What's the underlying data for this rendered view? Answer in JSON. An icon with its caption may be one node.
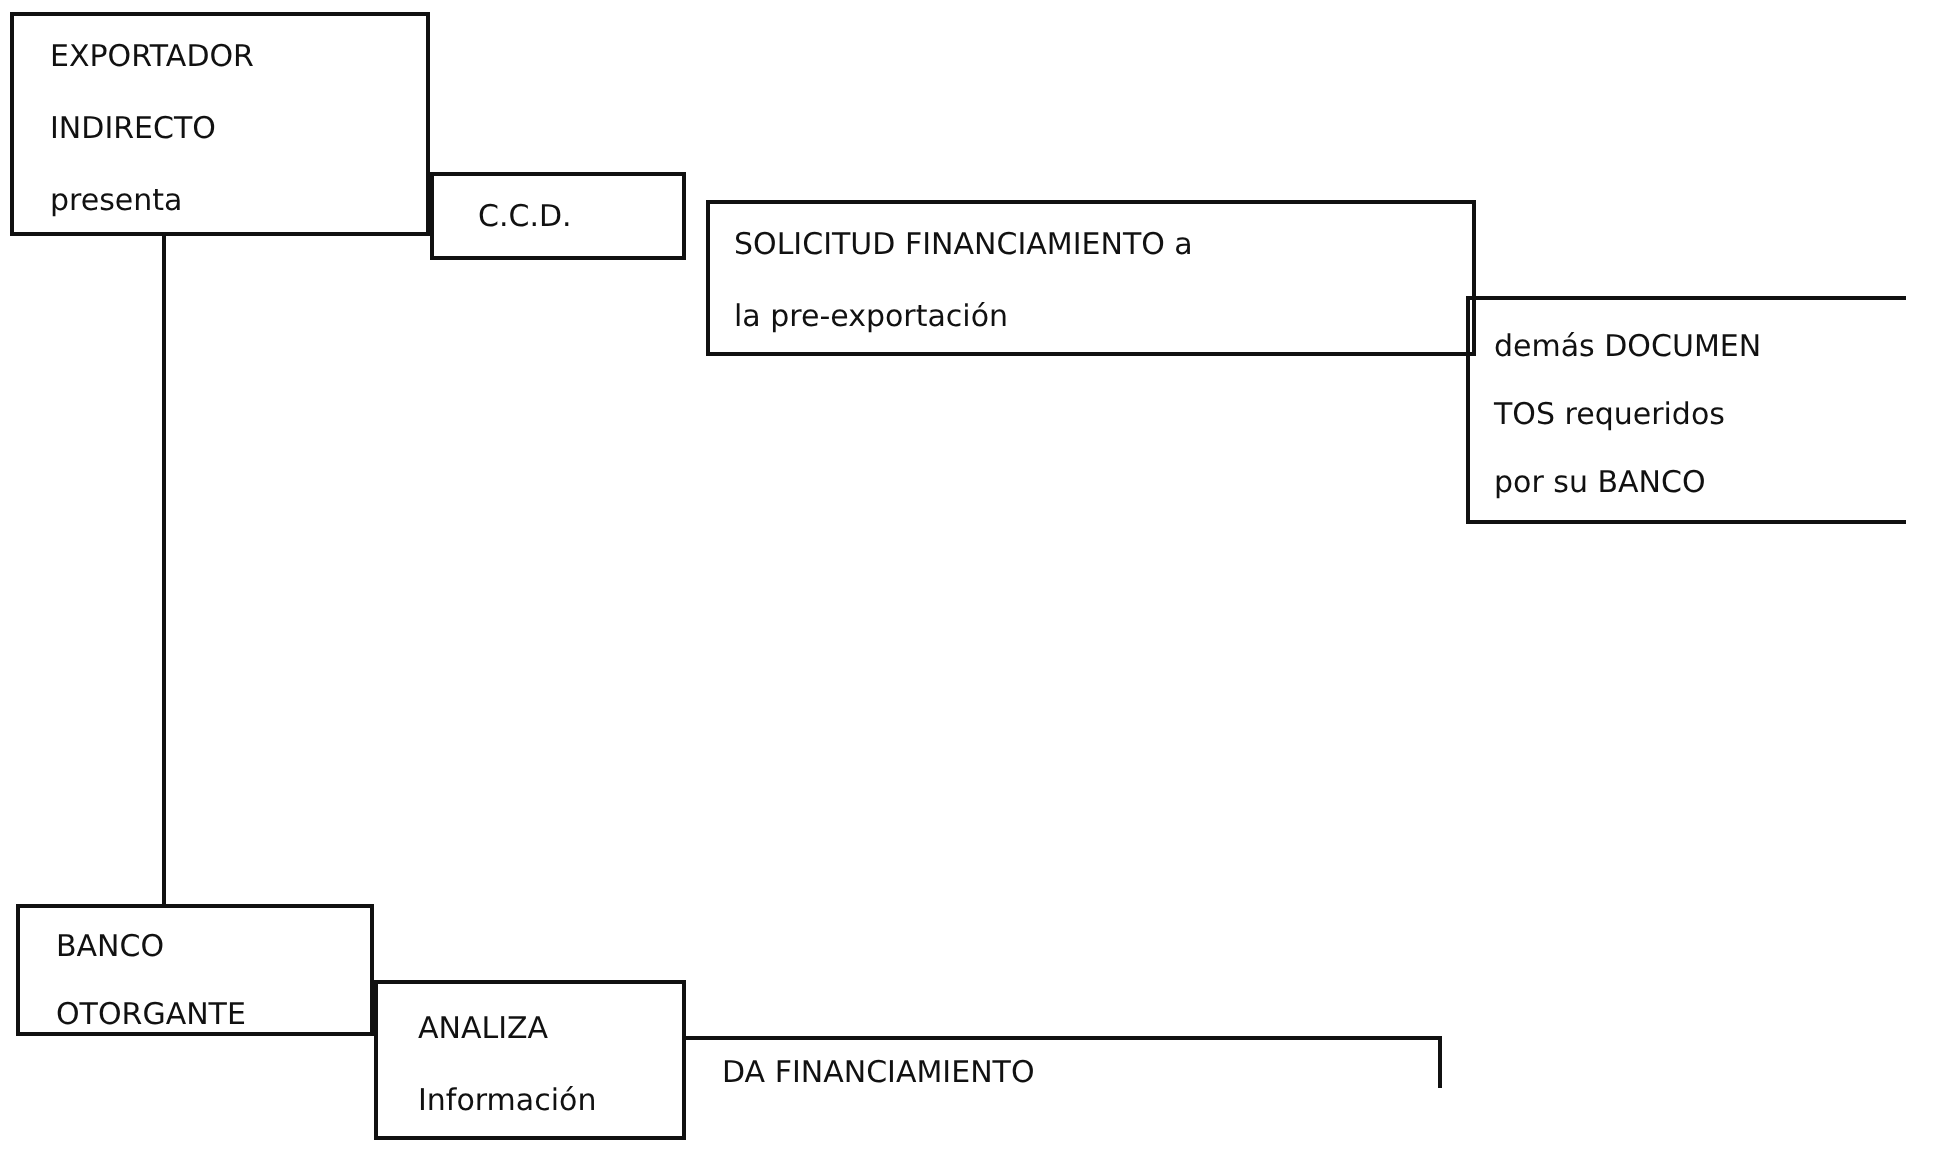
{
  "diagram": {
    "nodes": [
      {
        "text": [
          "EXPORTADOR INDIRECTO presenta"
        ]
      },
      {
        "text": [
          "C.C.D."
        ]
      },
      {
        "text": [
          "SOLICITUD FINANCIAMIENTO a la pre-exportación"
        ]
      },
      {
        "text": [
          "demás DOCUMEN TOS requeridos por su BANCO"
        ]
      },
      {
        "text": [
          "BANCO OTORGANTE"
        ]
      },
      {
        "text": [
          "ANALIZA Información"
        ]
      },
      {
        "text": [
          "DA FINANCIAMIENTO"
        ]
      }
    ],
    "edges": [
      {
        "from": 0,
        "to": 4,
        "arrow": "none"
      }
    ]
  }
}
